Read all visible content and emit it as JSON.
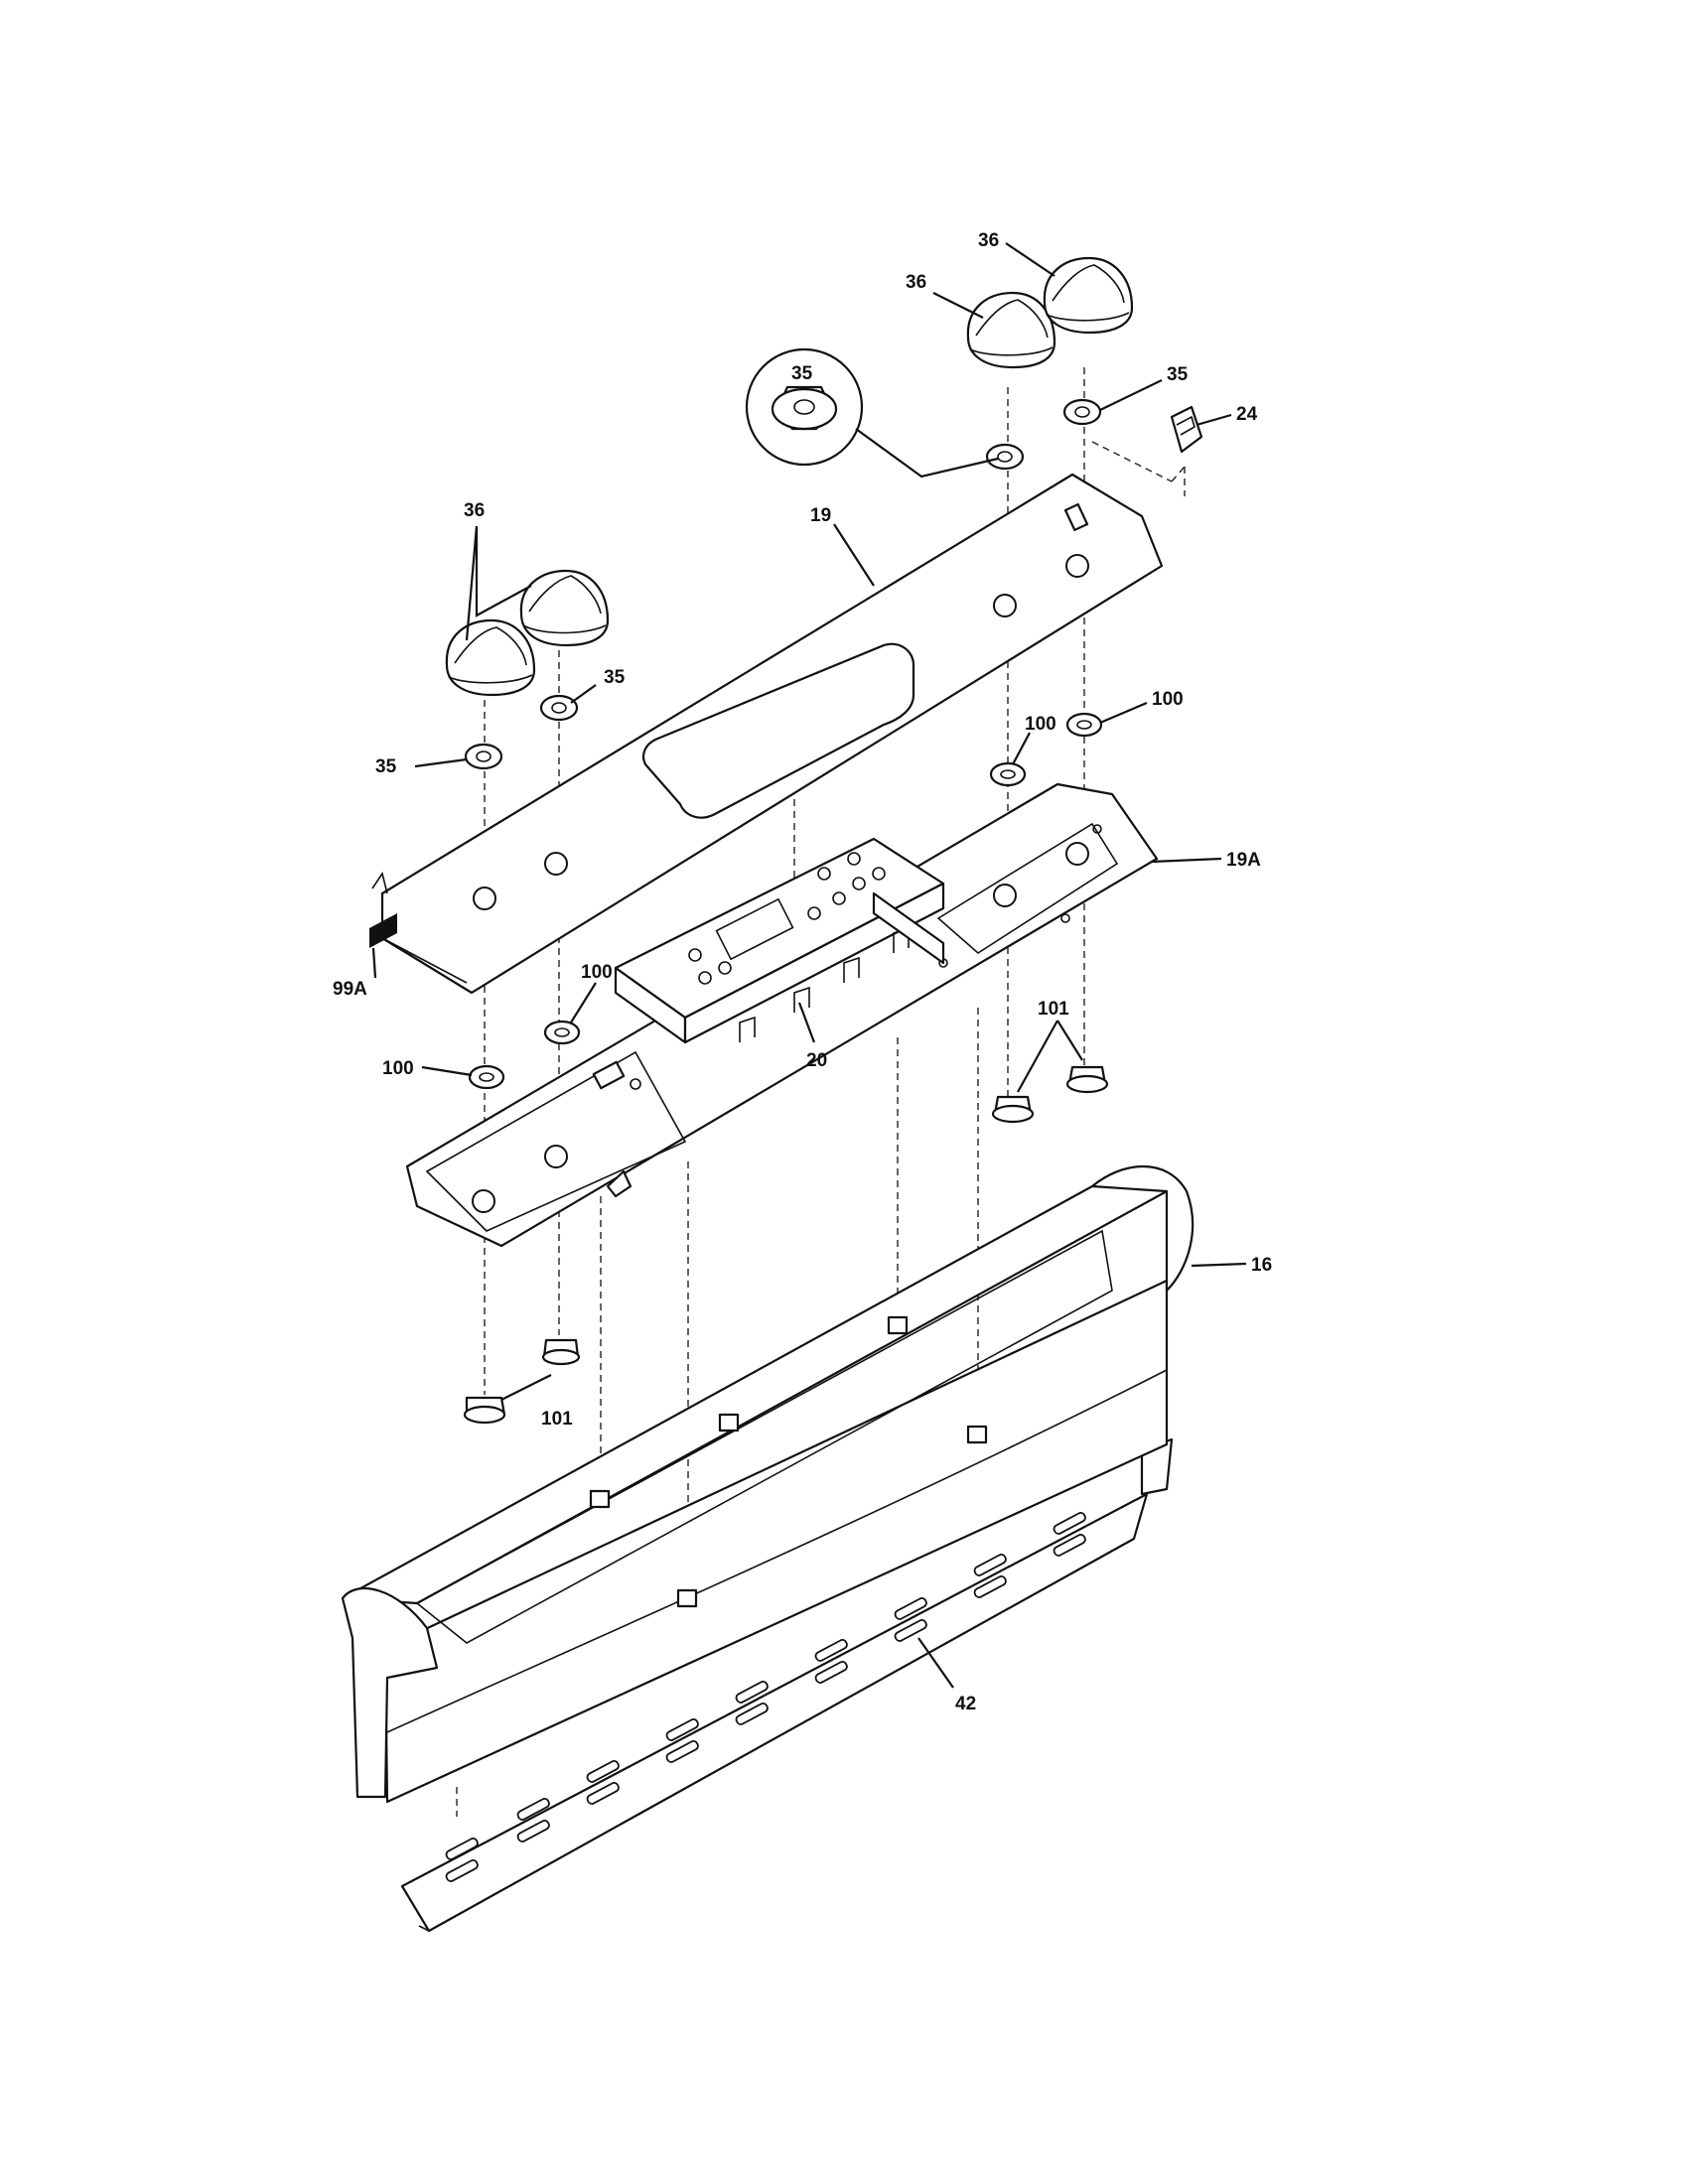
{
  "diagram": {
    "callouts": {
      "c36a": "36",
      "c36b": "36",
      "c36c": "36",
      "c35_detail": "35",
      "c35a": "35",
      "c35b": "35",
      "c35c": "35",
      "c24": "24",
      "c19": "19",
      "c100a": "100",
      "c100b": "100",
      "c100c": "100",
      "c100d": "100",
      "c19A": "19A",
      "c99A": "99A",
      "c20": "20",
      "c101a": "101",
      "c101b": "101",
      "c16": "16",
      "c42": "42"
    }
  }
}
